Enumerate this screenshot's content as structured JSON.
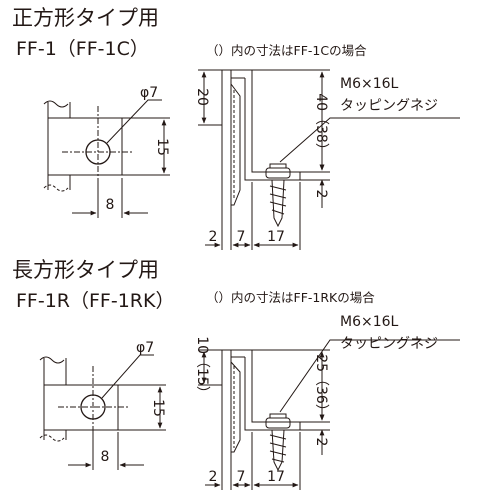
{
  "sections": [
    {
      "title": "正方形タイプ用",
      "model": "FF-1（FF-1C）",
      "note": "（）内の寸法はFF-1Cの場合",
      "front": {
        "phi": "φ7",
        "height": "15",
        "width": "8"
      },
      "side": {
        "top_dim": "20",
        "length_dim": "40（38）",
        "bottom_dim": "2",
        "bottom_w1": "2",
        "bottom_w2": "7",
        "bottom_w3": "17",
        "screw_spec": "M6×16L",
        "screw_type": "タッピングネジ"
      }
    },
    {
      "title": "長方形タイプ用",
      "model": "FF-1R（FF-1RK）",
      "note": "（）内の寸法はFF-1RKの場合",
      "front": {
        "phi": "φ7",
        "height": "15",
        "width": "8"
      },
      "side": {
        "top_dim": "10（15）",
        "length_dim": "25（36）",
        "bottom_dim": "2",
        "bottom_w1": "2",
        "bottom_w2": "7",
        "bottom_w3": "17",
        "screw_spec": "M6×16L",
        "screw_type": "タッピングネジ"
      }
    }
  ]
}
